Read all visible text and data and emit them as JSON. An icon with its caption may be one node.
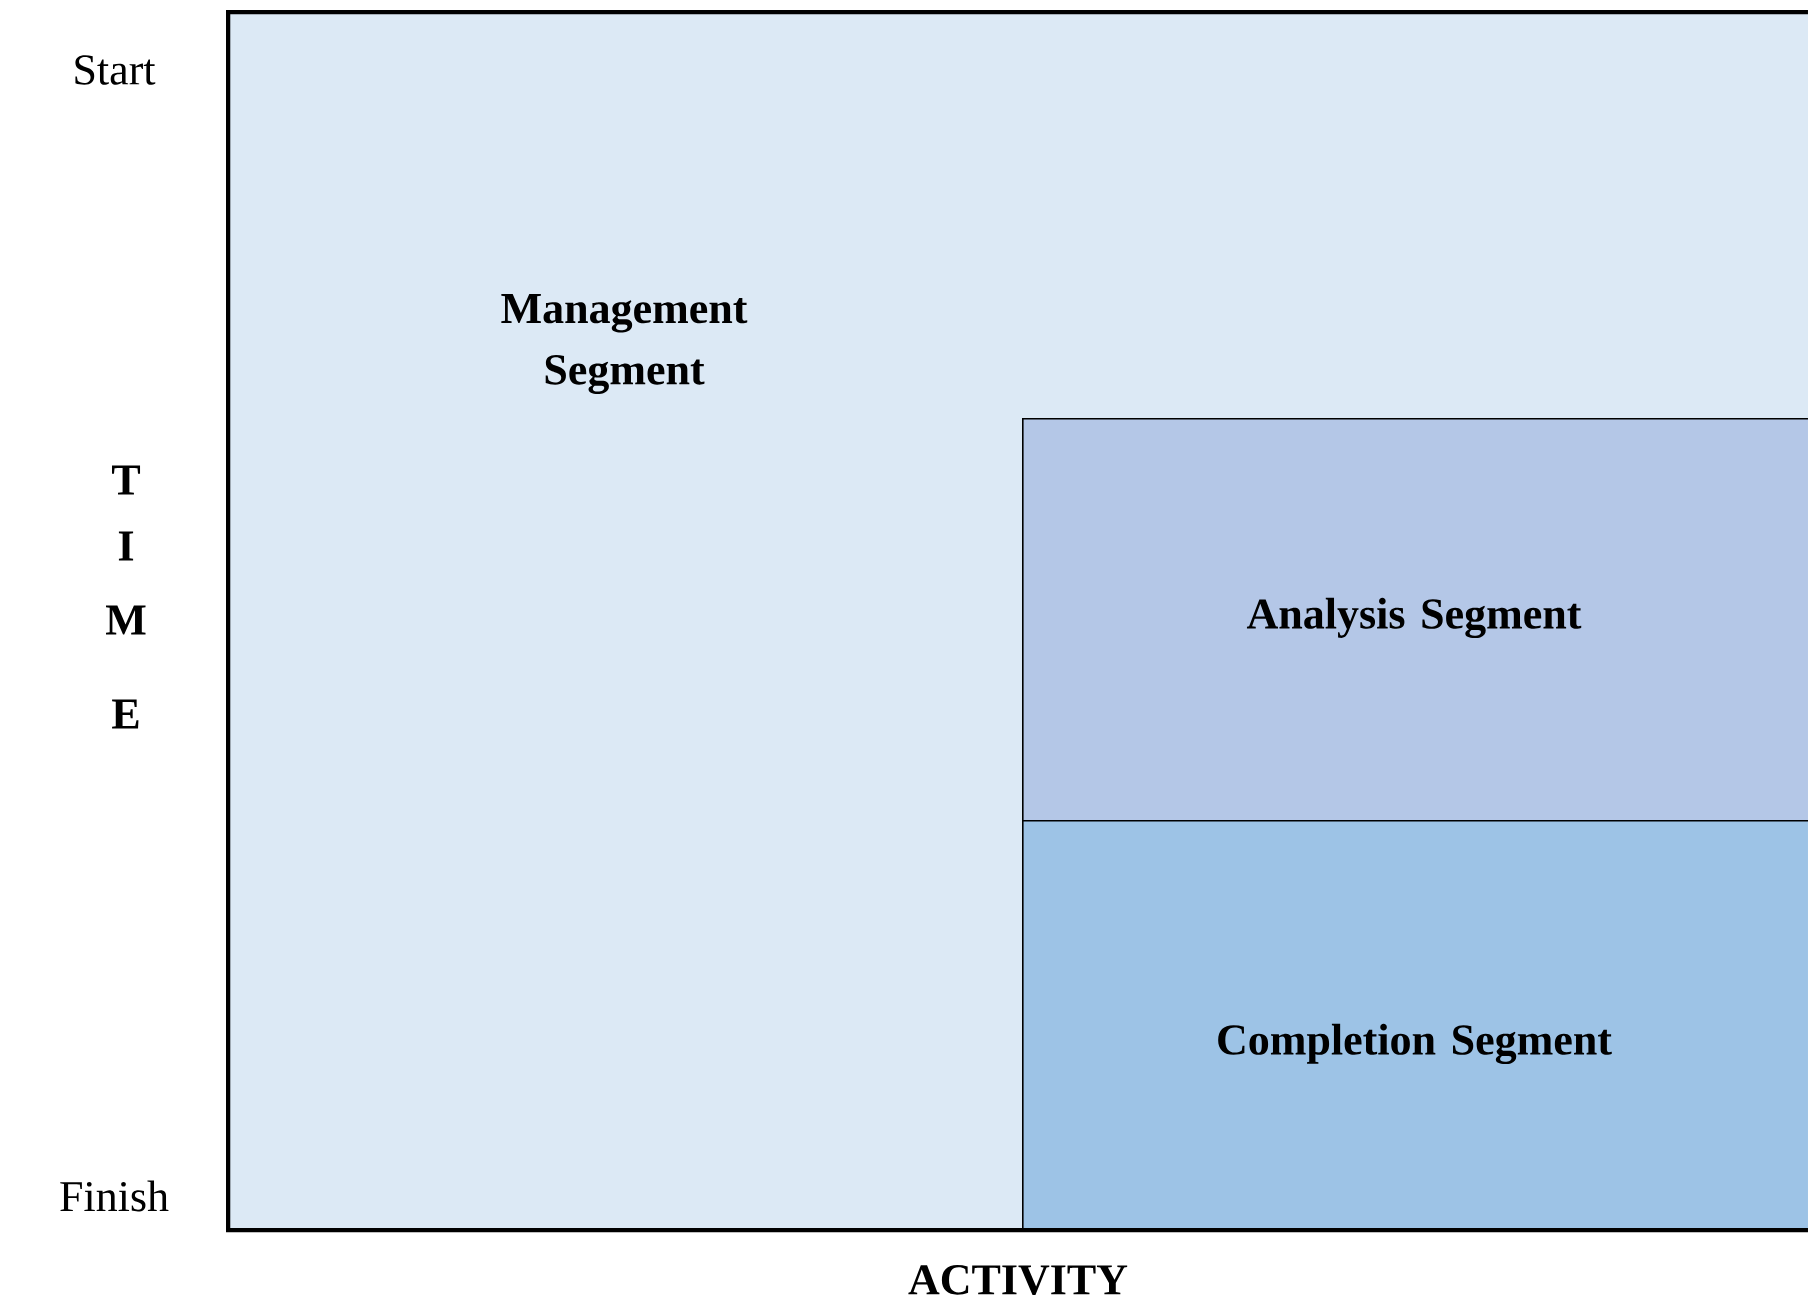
{
  "diagram": {
    "nodes": [
      {
        "text": [
          "Management Segment"
        ]
      },
      {
        "text": [
          "Analysis Segment"
        ],
        "in": 0
      },
      {
        "text": [
          "Completion Segment"
        ],
        "in": 0
      }
    ],
    "labels": [
      "Start",
      "T",
      "I",
      "M",
      "E",
      "Finish",
      "ACTIVITY"
    ]
  }
}
